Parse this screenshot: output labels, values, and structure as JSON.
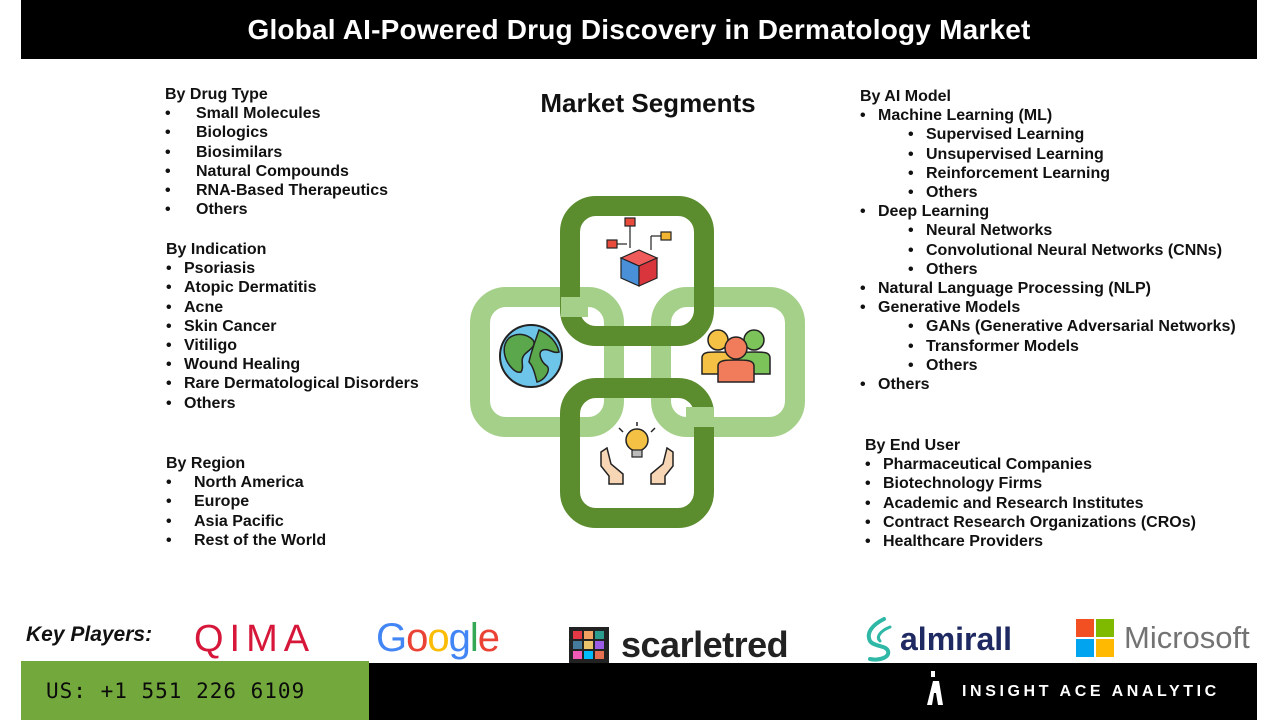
{
  "title": "Global AI-Powered Drug Discovery in Dermatology Market",
  "center_title": "Market Segments",
  "segments": {
    "drug_type": {
      "heading": "By Drug Type",
      "items": [
        "Small Molecules",
        "Biologics",
        "Biosimilars",
        "Natural Compounds",
        "RNA-Based Therapeutics",
        "Others"
      ]
    },
    "indication": {
      "heading": "By Indication",
      "items": [
        "Psoriasis",
        "Atopic Dermatitis",
        "Acne",
        "Skin Cancer",
        "Vitiligo",
        "Wound Healing",
        "Rare Dermatological Disorders",
        "Others"
      ]
    },
    "region": {
      "heading": "By Region",
      "items": [
        "North America",
        "Europe",
        "Asia Pacific",
        "Rest of the World"
      ]
    },
    "ai_model": {
      "heading": "By AI Model",
      "items": [
        "Machine Learning (ML)",
        "Supervised Learning",
        "Unsupervised Learning",
        "Reinforcement Learning",
        "Others",
        "Deep Learning",
        "Neural Networks",
        "Convolutional Neural Networks (CNNs)",
        "Others",
        "Natural Language Processing (NLP)",
        "Generative Models",
        "GANs (Generative Adversarial Networks)",
        "Transformer Models",
        "Others",
        "Others"
      ]
    },
    "end_user": {
      "heading": "By End User",
      "items": [
        "Pharmaceutical Companies",
        "Biotechnology Firms",
        "Academic and Research Institutes",
        "Contract Research Organizations (CROs)",
        "Healthcare Providers"
      ]
    }
  },
  "key_players": {
    "label": "Key Players:",
    "logos": [
      "QIMA",
      "Google",
      "scarletred",
      "almirall",
      "Microsoft"
    ]
  },
  "footer": {
    "phone": "US: +1 551 226 6109",
    "brand": "INSIGHT ACE ANALYTIC"
  },
  "colors": {
    "dark_green": "#5b8c2e",
    "light_green": "#a5d08a",
    "footer_green": "#72a83c",
    "black": "#000000"
  }
}
